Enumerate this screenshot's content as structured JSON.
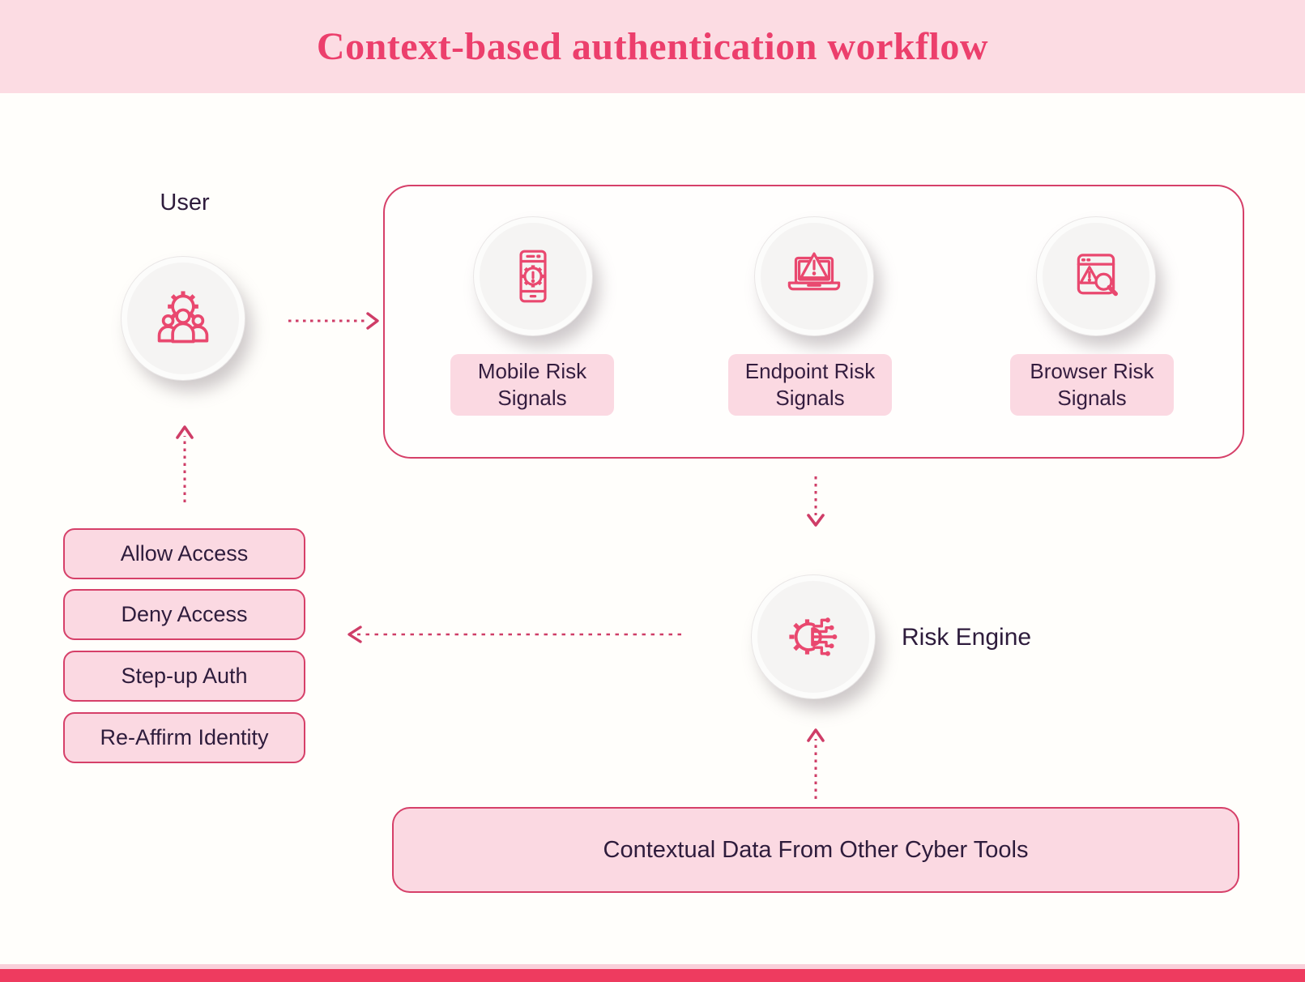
{
  "title": "Context-based authentication workflow",
  "user": {
    "label": "User"
  },
  "signals": {
    "items": [
      {
        "label": "Mobile Risk Signals",
        "icon": "mobile-gear-alert-icon"
      },
      {
        "label": "Endpoint Risk Signals",
        "icon": "laptop-alert-icon"
      },
      {
        "label": "Browser Risk Signals",
        "icon": "browser-alert-search-icon"
      }
    ]
  },
  "risk_engine": {
    "label": "Risk Engine",
    "icon": "gear-circuit-icon"
  },
  "outcomes": {
    "items": [
      {
        "label": "Allow Access"
      },
      {
        "label": "Deny Access"
      },
      {
        "label": "Step-up Auth"
      },
      {
        "label": "Re-Affirm Identity"
      }
    ]
  },
  "context_source": {
    "label": "Contextual Data From Other Cyber Tools"
  },
  "icons": {
    "user": "users-gear-icon",
    "mobile": "mobile-gear-alert-icon",
    "endpoint": "laptop-alert-icon",
    "browser": "browser-alert-search-icon",
    "risk_engine": "gear-circuit-icon"
  },
  "colors": {
    "accent": "#ec3f6c",
    "icon_stroke": "#e9486f",
    "header_bg": "#fcdce3",
    "box_fill": "#fbd9e2",
    "box_border": "#d64069",
    "arrow": "#cf3d67",
    "text_dark": "#2e1c3c",
    "footer_bar": "#ee3b5f"
  }
}
